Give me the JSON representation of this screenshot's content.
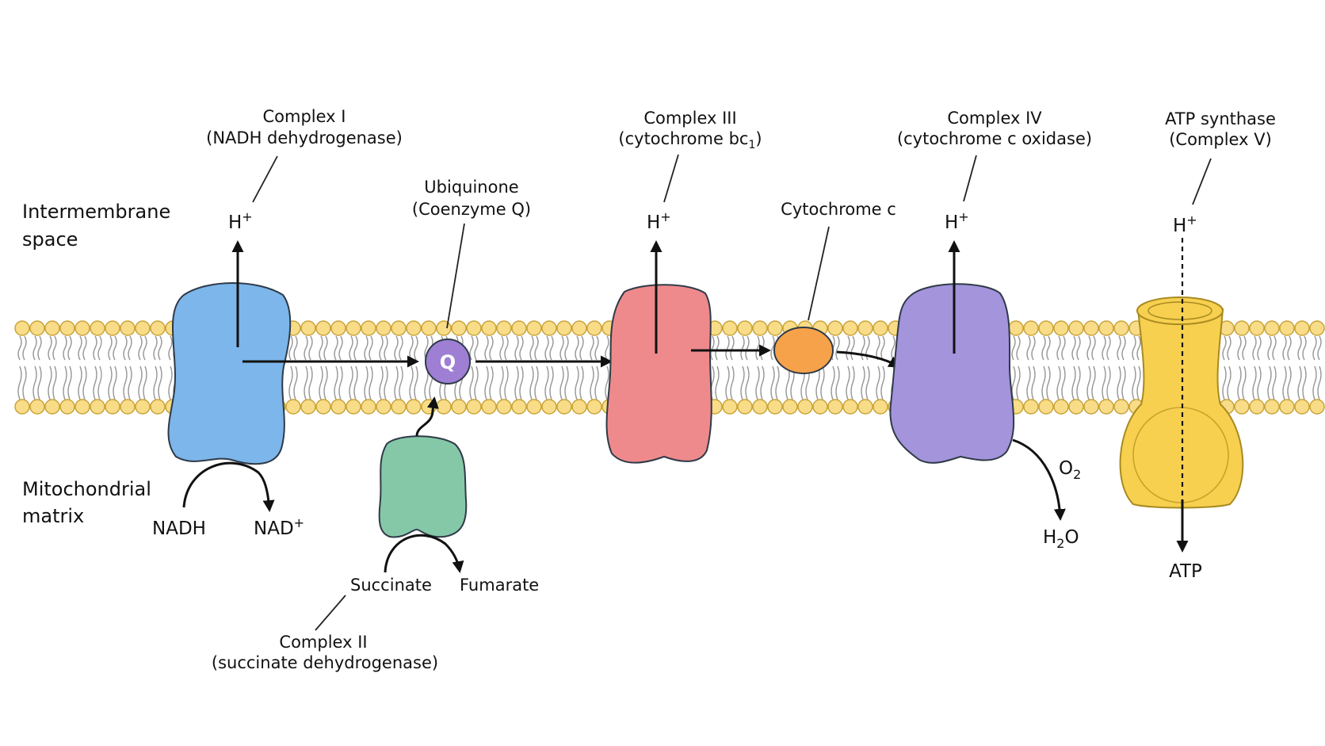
{
  "regions": {
    "intermembrane": [
      "Intermembrane",
      "space"
    ],
    "matrix": [
      "Mitochondrial",
      "matrix"
    ]
  },
  "complexes": {
    "c1": {
      "name": "Complex I",
      "desc": "(NADH dehydrogenase)",
      "color": "#7cb6ea"
    },
    "c2": {
      "name": "Complex II",
      "desc": "(succinate dehydrogenase)",
      "color": "#85c8a8"
    },
    "c3": {
      "name": "Complex III",
      "desc_prefix": "(cytochrome bc",
      "desc_sub": "1",
      "desc_suffix": ")",
      "color": "#ee8a8c"
    },
    "c4": {
      "name": "Complex IV",
      "desc": "(cytochrome c oxidase)",
      "color": "#a394dc"
    },
    "c5": {
      "name": "ATP synthase",
      "desc": "(Complex V)",
      "color": "#f7d050"
    }
  },
  "carriers": {
    "q": {
      "name": "Ubiquinone",
      "desc": "(Coenzyme Q)",
      "symbol": "Q",
      "color": "#9e7fd4"
    },
    "cytc": {
      "name": "Cytochrome c",
      "color": "#f6a24a"
    }
  },
  "ions": {
    "proton": "H",
    "proton_charge": "+"
  },
  "chemicals": {
    "nadh": "NADH",
    "nad": "NAD",
    "nad_charge": "+",
    "succinate": "Succinate",
    "fumarate": "Fumarate",
    "o2_base": "O",
    "o2_sub": "2",
    "h2o_base": "H",
    "h2o_sub": "2",
    "h2o_suffix": "O",
    "atp": "ATP"
  },
  "membrane_colors": {
    "head": "#f8dc88",
    "tail": "#a0a0a0"
  }
}
